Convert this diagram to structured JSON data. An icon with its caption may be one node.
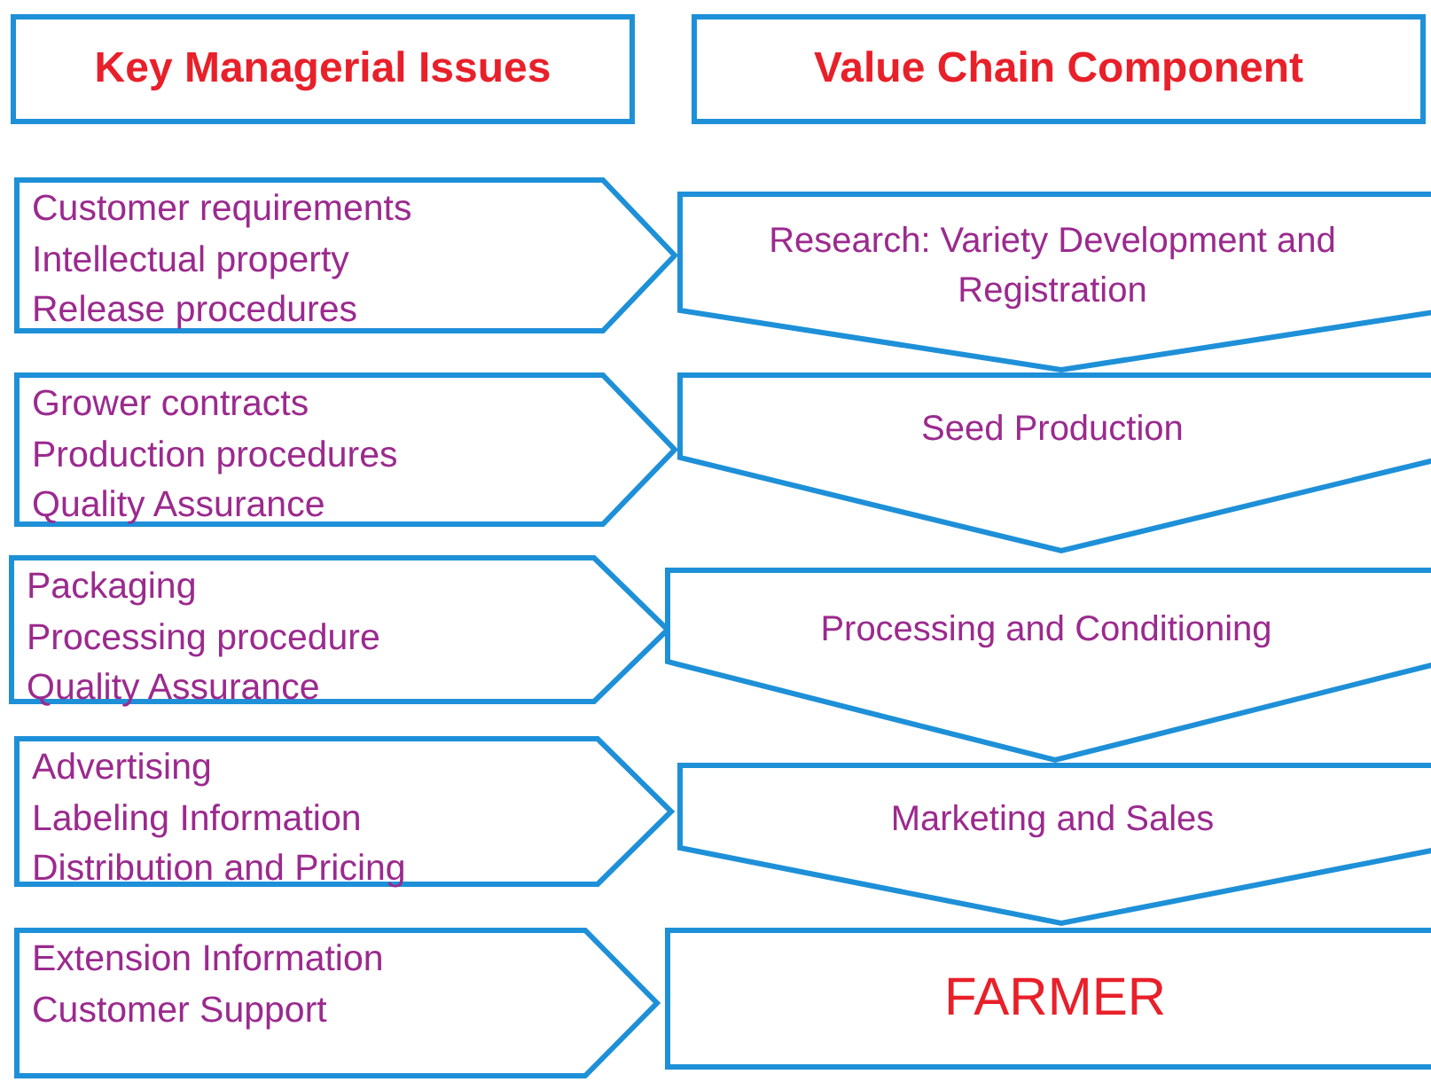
{
  "diagram": {
    "nodes": [
      {
        "text": [
          "Key Managerial Issues"
        ]
      },
      {
        "text": [
          "Value Chain Component"
        ]
      },
      {
        "text": [
          "Customer requirements",
          "Intellectual property",
          "Release procedures"
        ]
      },
      {
        "text": [
          "Research: Variety Development and Registration"
        ]
      },
      {
        "text": [
          "Grower contracts",
          "Production procedures",
          "Quality Assurance"
        ]
      },
      {
        "text": [
          "Seed Production"
        ]
      },
      {
        "text": [
          "Packaging",
          "Processing procedure",
          "Quality Assurance"
        ]
      },
      {
        "text": [
          "Processing and Conditioning"
        ]
      },
      {
        "text": [
          "Advertising",
          "Labeling Information",
          "Distribution and Pricing"
        ]
      },
      {
        "text": [
          "Marketing and Sales"
        ]
      },
      {
        "text": [
          "Extension Information",
          "Customer Support"
        ]
      },
      {
        "text": [
          "FARMER"
        ]
      }
    ]
  }
}
